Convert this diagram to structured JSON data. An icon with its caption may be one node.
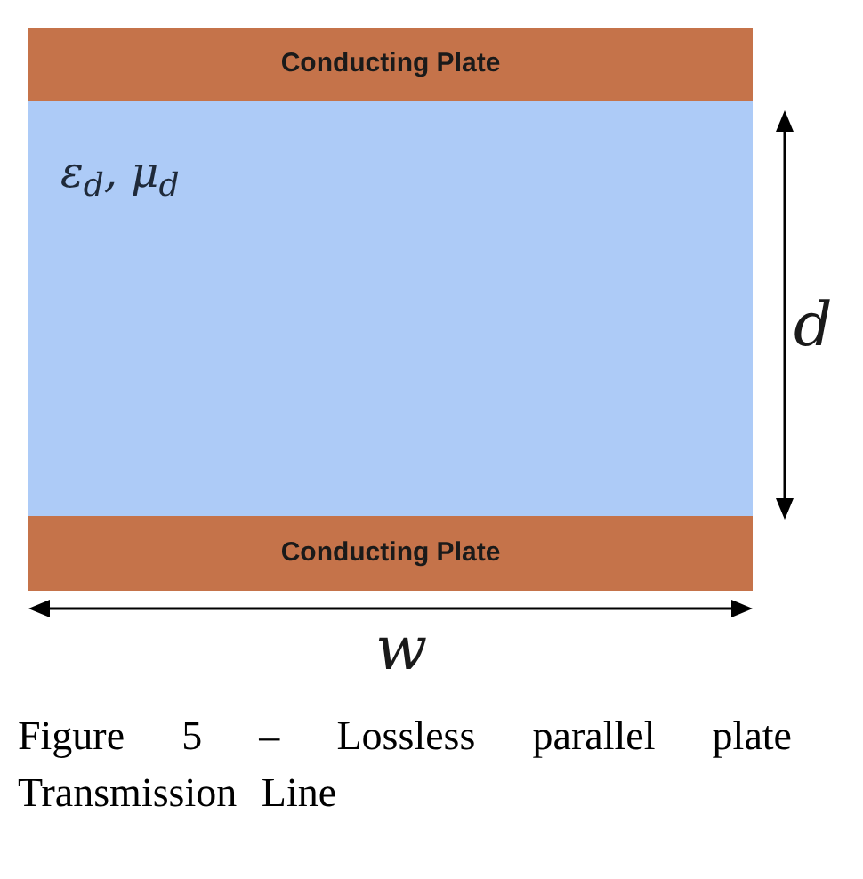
{
  "diagram": {
    "caption": "Figure 5 – Lossless parallel plate Transmission Line",
    "nodes": [
      {
        "text": [
          "Conducting Plate"
        ]
      },
      {
        "text": [
          "ε$_{d}$, μ$_{d}$"
        ]
      },
      {
        "text": [
          "Conducting Plate"
        ]
      }
    ],
    "labels": [
      "d",
      "w"
    ]
  }
}
